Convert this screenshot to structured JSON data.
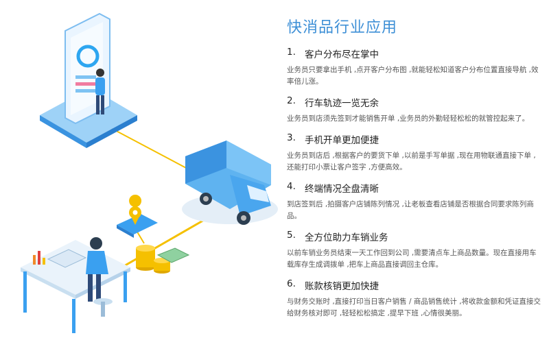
{
  "title": "快消品行业应用",
  "items": [
    {
      "num": "1.",
      "heading": "客户分布尽在掌中",
      "body": "业务员只要拿出手机 ,点开客户分布图 ,就能轻松知道客户分布位置直接导航 ,效率倍儿涨。"
    },
    {
      "num": "2.",
      "heading": "行车轨迹一览无余",
      "body": "业务员到店须先签到才能销售开单 ,业务员的外勤轻轻松松的就管控起来了。"
    },
    {
      "num": "3.",
      "heading": "手机开单更加便捷",
      "body": "业务员到店后 ,根据客户的要货下单 ,以前是手写单据 ,现在用物联通直接下单 ,还能打印小票让客户签字 ,方便高效。"
    },
    {
      "num": "4.",
      "heading": "终端情况全盘清晰",
      "body": "到店签到后 ,拍摄客户店铺陈列情况 ,让老板查看店铺是否根据合同要求陈列商品。"
    },
    {
      "num": "5.",
      "heading": "全方位助力车销业务",
      "body": "以前车销业务员结束一天工作回到公司 ,需要清点车上商品数量。现在直接用车载库存生成调拨单 ,把车上商品直接调回主仓库。"
    },
    {
      "num": "6.",
      "heading": "账款核销更加快捷",
      "body": "与财务交账时 ,直接打印当日客户销售 / 商品销售统计 ,将收款金额和凭证直接交给财务核对即可 ,轻轻松松搞定 ,提早下班 ,心情很美丽。"
    }
  ],
  "colors": {
    "accent": "#3d8fd6",
    "blue": "#3aa0f0",
    "yellow": "#f5c000"
  }
}
